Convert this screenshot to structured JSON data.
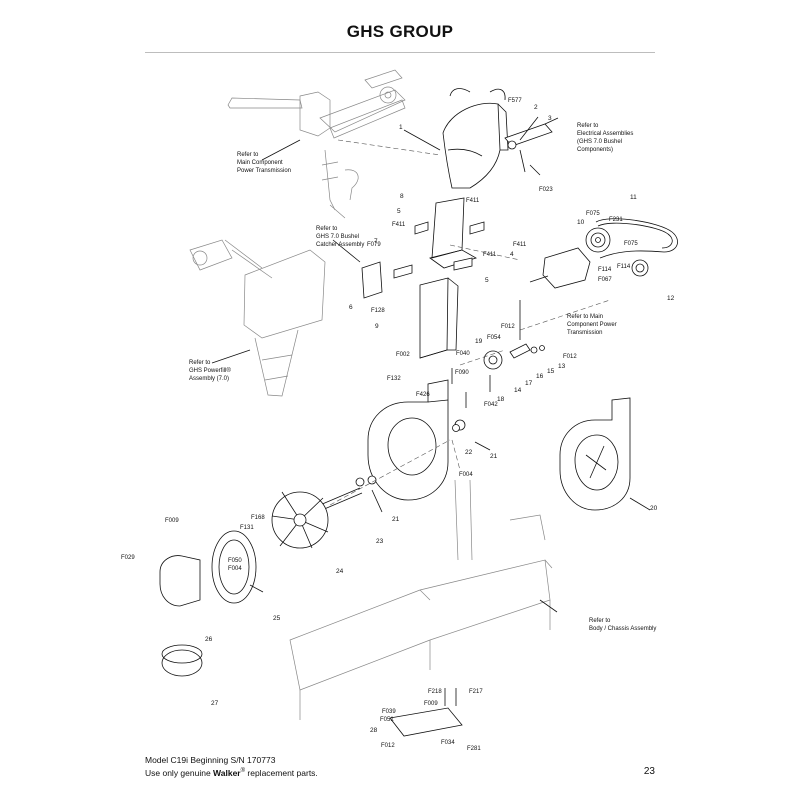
{
  "header": {
    "title": "GHS GROUP"
  },
  "references": {
    "power_transmission": [
      "Refer to",
      "Main Component",
      "Power Transmission"
    ],
    "bushel_catcher": [
      "Refer to",
      "GHS 7.0 Bushel",
      "Catcher Assembly"
    ],
    "electrical": [
      "Refer to",
      "Electrical Assemblies",
      "(GHS 7.0 Bushel",
      "Components)"
    ],
    "main_power": [
      "Refer to Main",
      "Component Power",
      "Transmission"
    ],
    "powerfill": [
      "Refer to",
      "GHS Powerfill®",
      "Assembly (7.0)"
    ],
    "chassis": [
      "Refer to",
      "Body / Chassis Assembly"
    ]
  },
  "callouts": {
    "c1": "1",
    "c2": "2",
    "c3": "3",
    "c4": "4",
    "c5a": "5",
    "c5b": "5",
    "c6": "6",
    "c7": "7",
    "c8": "8",
    "c9": "9",
    "c10": "10",
    "c11": "11",
    "c12": "12",
    "c13": "13",
    "c14": "14",
    "c15": "15",
    "c16": "16",
    "c17": "17",
    "c18": "18",
    "c19": "19",
    "c20": "20",
    "c21a": "21",
    "c21b": "21",
    "c22": "22",
    "c23": "23",
    "c24": "24",
    "c25": "25",
    "c26": "26",
    "c27": "27",
    "c28": "28",
    "f577": "F577",
    "f023": "F023",
    "f075a": "F075",
    "f231": "F231",
    "f075b": "F075",
    "f114a": "F114",
    "f114b": "F114",
    "f067": "F067",
    "f411a": "F411",
    "f411b": "F411",
    "f411c": "F411",
    "f411d": "F411",
    "f079": "F079",
    "f128": "F128",
    "f002": "F002",
    "f012a": "F012",
    "f012b": "F012",
    "f054": "F054",
    "f040": "F040",
    "f090": "F090",
    "f042": "F042",
    "f132": "F132",
    "f426": "F426",
    "f004a": "F004",
    "f009a": "F009",
    "f168": "F168",
    "f131": "F131",
    "f050": "F050",
    "f004b": "F004",
    "f029": "F029",
    "f218": "F218",
    "f217": "F217",
    "f009b": "F009",
    "f039": "F039",
    "f051": "F051",
    "f012c": "F012",
    "f034": "F034",
    "f281": "F281"
  },
  "footer": {
    "model": "Model C19i Beginning S/N 170773",
    "notice_prefix": "Use only genuine ",
    "brand": "Walker",
    "reg": "®",
    "notice_suffix": " replacement parts.",
    "page_number": "23"
  }
}
